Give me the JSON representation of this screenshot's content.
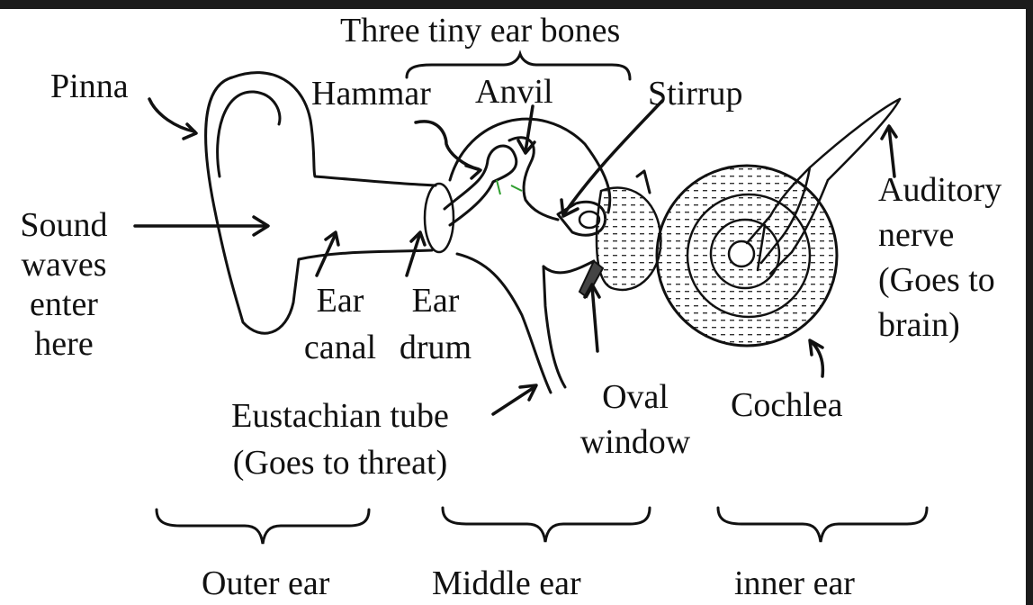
{
  "labels": {
    "bones_title": "Three tiny ear bones",
    "pinna": "Pinna",
    "hammar": "Hammar",
    "anvil": "Anvil",
    "stirrup": "Stirrup",
    "sound_waves": [
      "Sound",
      "waves",
      "enter",
      "here"
    ],
    "ear_canal": [
      "Ear",
      "canal"
    ],
    "ear_drum": [
      "Ear",
      "drum"
    ],
    "auditory_nerve": [
      "Auditory",
      "nerve",
      "(Goes to",
      "brain)"
    ],
    "eustachian_tube": [
      "Eustachian tube",
      "(Goes to threat)"
    ],
    "oval_window": [
      "Oval",
      "window"
    ],
    "cochlea": "Cochlea",
    "outer_ear": "Outer ear",
    "middle_ear": "Middle ear",
    "inner_ear": "inner ear"
  },
  "colors": {
    "line": "#111111",
    "highlight": "#2e9e2e",
    "background": "#ffffff",
    "frame": "#1c1c1c"
  }
}
